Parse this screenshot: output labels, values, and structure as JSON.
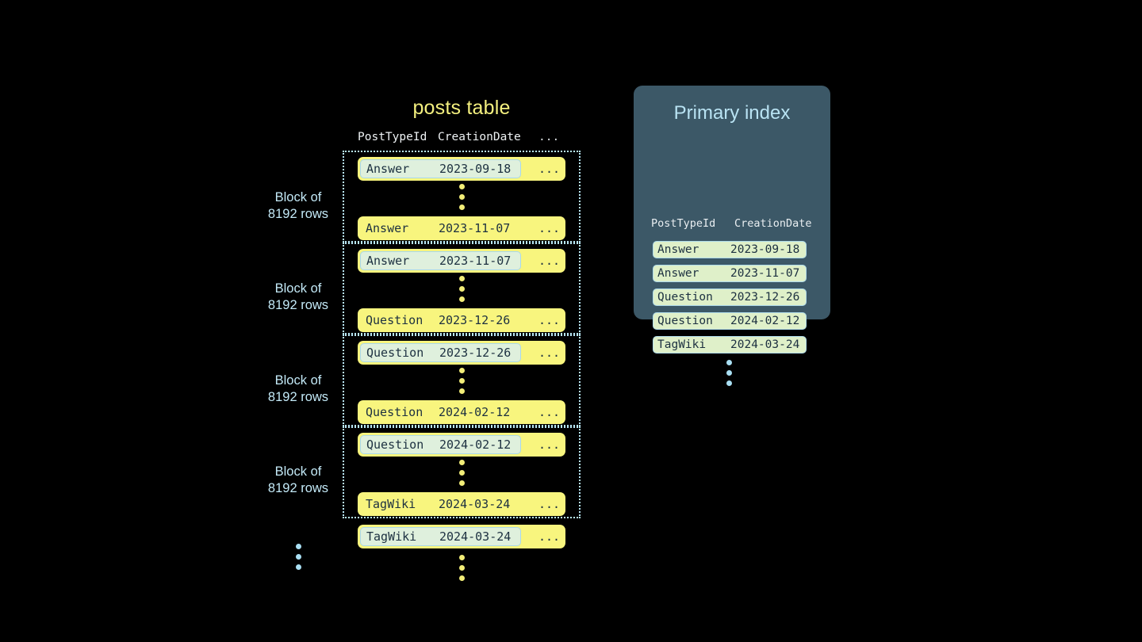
{
  "background_color": "#000000",
  "colors": {
    "row_yellow": "#f8f57e",
    "highlight_mint": "#dff0dd",
    "highlight_border": "#a9d8ea",
    "accent_blue": "#b9e7f5",
    "title_yellow": "#f4f07f",
    "panel_slate": "#3c5867",
    "index_row_green": "#dff0c9",
    "text_dark": "#1c3040"
  },
  "posts_table": {
    "title": "posts table",
    "headers": {
      "post_type_id": "PostTypeId",
      "creation_date": "CreationDate",
      "more": "..."
    },
    "block_label": "Block of\n8192 rows",
    "blocks": [
      {
        "label_line1": "Block of",
        "label_line2": "8192 rows",
        "first_row": {
          "post_type_id": "Answer",
          "creation_date": "2023-09-18",
          "more": "...",
          "highlighted": true
        },
        "last_row": {
          "post_type_id": "Answer",
          "creation_date": "2023-11-07",
          "more": "...",
          "highlighted": false
        }
      },
      {
        "label_line1": "Block of",
        "label_line2": "8192 rows",
        "first_row": {
          "post_type_id": "Answer",
          "creation_date": "2023-11-07",
          "more": "...",
          "highlighted": true
        },
        "last_row": {
          "post_type_id": "Question",
          "creation_date": "2023-12-26",
          "more": "...",
          "highlighted": false
        }
      },
      {
        "label_line1": "Block of",
        "label_line2": "8192 rows",
        "first_row": {
          "post_type_id": "Question",
          "creation_date": "2023-12-26",
          "more": "...",
          "highlighted": true
        },
        "last_row": {
          "post_type_id": "Question",
          "creation_date": "2024-02-12",
          "more": "...",
          "highlighted": false
        }
      },
      {
        "label_line1": "Block of",
        "label_line2": "8192 rows",
        "first_row": {
          "post_type_id": "Question",
          "creation_date": "2024-02-12",
          "more": "...",
          "highlighted": true
        },
        "last_row": {
          "post_type_id": "TagWiki",
          "creation_date": "2024-03-24",
          "more": "...",
          "highlighted": false
        }
      }
    ],
    "trailing_row": {
      "post_type_id": "TagWiki",
      "creation_date": "2024-03-24",
      "more": "...",
      "highlighted": true
    }
  },
  "primary_index": {
    "title": "Primary index",
    "headers": {
      "post_type_id": "PostTypeId",
      "creation_date": "CreationDate"
    },
    "rows": [
      {
        "post_type_id": "Answer",
        "creation_date": "2023-09-18"
      },
      {
        "post_type_id": "Answer",
        "creation_date": "2023-11-07"
      },
      {
        "post_type_id": "Question",
        "creation_date": "2023-12-26"
      },
      {
        "post_type_id": "Question",
        "creation_date": "2024-02-12"
      },
      {
        "post_type_id": "TagWiki",
        "creation_date": "2024-03-24"
      }
    ]
  }
}
